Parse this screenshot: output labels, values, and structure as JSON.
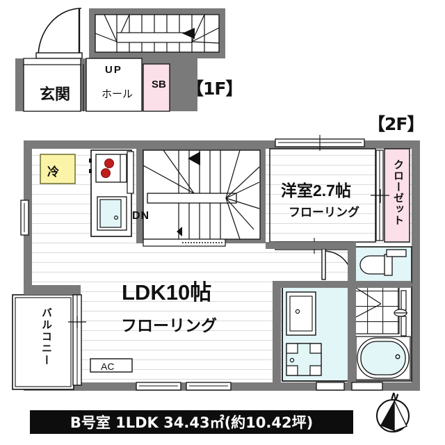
{
  "document": {
    "type": "real-estate-floor-plan",
    "caption": "B号室 1LDK 34.43㎡(約10.42坪)"
  },
  "floors": {
    "first": {
      "badge": "【1F】",
      "rooms": [
        {
          "id": "genkan",
          "label": "玄関",
          "note": ""
        },
        {
          "id": "hall",
          "label": "ホール",
          "note": "UP"
        },
        {
          "id": "shoebox",
          "label": "SB",
          "note": ""
        }
      ],
      "stair_direction": "UP"
    },
    "second": {
      "badge": "【2F】",
      "rooms": [
        {
          "id": "ldk",
          "label": "LDK10帖",
          "flooring": "フローリング"
        },
        {
          "id": "washitsu",
          "label": "洋室2.7帖",
          "flooring": "フローリング"
        },
        {
          "id": "closet",
          "label": "クローゼット",
          "flooring": ""
        },
        {
          "id": "balcony",
          "label": "バルコニー",
          "flooring": ""
        }
      ],
      "markers": {
        "stair_direction": "DN",
        "aircon": "AC",
        "refrigerator": "冷"
      },
      "fixtures": [
        "gas-stove-two-burner",
        "kitchen-sink",
        "toilet",
        "vanity-sink",
        "washing-machine-pan",
        "bathtub",
        "shower"
      ]
    }
  },
  "compass": {
    "north_label": "N"
  },
  "colors": {
    "wall": "#7a7a7a",
    "wall_dark": "#5f5f5f",
    "floor": "#ffffff",
    "floor_line": "#d8d8d8",
    "closet_pink": "#fbdfe9",
    "shoebox_pink": "#fbdfe9",
    "water_cyan": "#e2f5f7",
    "fridge_yellow": "#fbf4a8",
    "stove_red": "#c01d1d",
    "caption_bg": "#0d0d0d",
    "caption_fg": "#ffffff",
    "outline": "#111111"
  }
}
